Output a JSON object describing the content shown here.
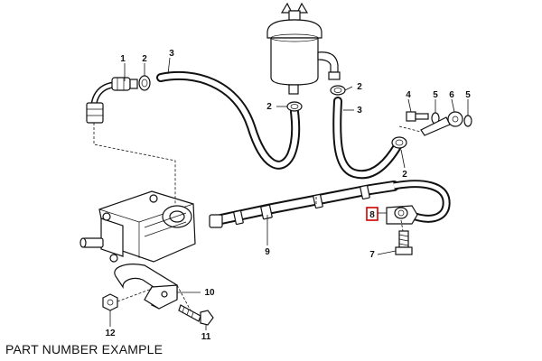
{
  "caption": "PART NUMBER EXAMPLE",
  "highlight_color": "#cc0000",
  "callouts": [
    {
      "id": "c1",
      "text": "1"
    },
    {
      "id": "c2a",
      "text": "2"
    },
    {
      "id": "c3a",
      "text": "3"
    },
    {
      "id": "c2b",
      "text": "2"
    },
    {
      "id": "c2c",
      "text": "2"
    },
    {
      "id": "c3b",
      "text": "3"
    },
    {
      "id": "c2d",
      "text": "2"
    },
    {
      "id": "c4",
      "text": "4"
    },
    {
      "id": "c5a",
      "text": "5"
    },
    {
      "id": "c6",
      "text": "6"
    },
    {
      "id": "c5b",
      "text": "5"
    },
    {
      "id": "c8",
      "text": "8"
    },
    {
      "id": "c9",
      "text": "9"
    },
    {
      "id": "c7",
      "text": "7"
    },
    {
      "id": "c10",
      "text": "10"
    },
    {
      "id": "c12",
      "text": "12"
    },
    {
      "id": "c11",
      "text": "11"
    }
  ]
}
